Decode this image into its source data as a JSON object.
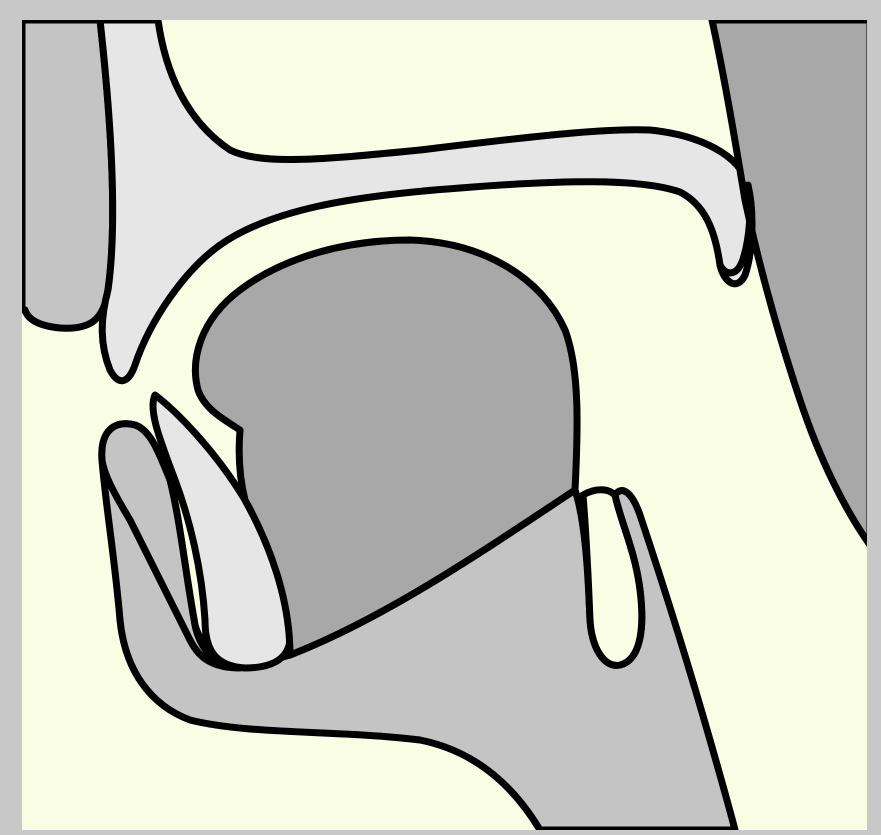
{
  "diagram": {
    "type": "vocal-tract-sagittal-section",
    "colors": {
      "frame": "#c8c8c8",
      "cavity_air": "#f8fde4",
      "bone_tissue": "#e6e6e6",
      "soft_tissue": "#c4c4c4",
      "tongue": "#a8a8a8",
      "pharynx_wall": "#a8a8a8",
      "outline": "#000000"
    },
    "parts": [
      "upper-lip",
      "upper-teeth",
      "hard-palate",
      "velum",
      "uvula",
      "pharynx-wall",
      "tongue",
      "lower-teeth",
      "lower-lip",
      "jaw",
      "epiglottis"
    ]
  }
}
